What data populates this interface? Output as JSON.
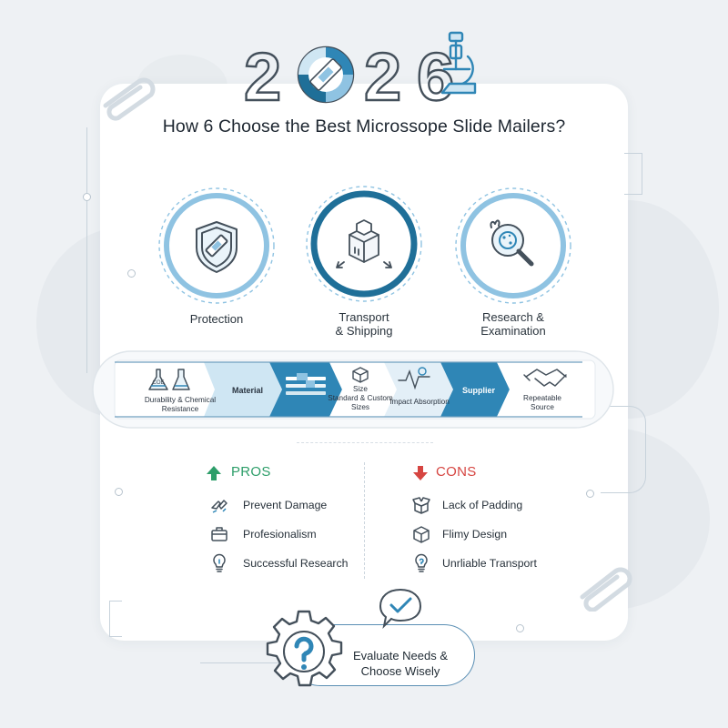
{
  "header": {
    "year_digits": [
      "2",
      "0",
      "2",
      "6"
    ],
    "title": "How 6 Choose the Best Microssope Slide Mailers?"
  },
  "features": [
    {
      "label": "Protection",
      "icon": "shield-slide-icon"
    },
    {
      "label": "Transport\n& Shipping",
      "icon": "box-shipping-icon"
    },
    {
      "label": "Research &\nExamination",
      "icon": "magnifier-sample-icon"
    }
  ],
  "flow": {
    "steps": [
      {
        "label": "Durability & Chemical\nResistance",
        "icon": "flask-icon"
      },
      {
        "label": "Material"
      },
      {
        "label": "",
        "icon": "slides-tray-icon"
      },
      {
        "label": "Size\nStandard & Custom\nSizes",
        "icon": "cube-icon"
      },
      {
        "label": "Impact Absorption",
        "icon": "pulse-icon"
      },
      {
        "label": "Supplier"
      },
      {
        "label": "Repeatable\nSource",
        "icon": "handshake-icon"
      }
    ],
    "icon_badge": "COE"
  },
  "pros": {
    "heading": "PROS",
    "color": "#2e9e6a",
    "items": [
      {
        "label": "Prevent Damage",
        "icon": "broken-slide-icon"
      },
      {
        "label": "Profesionalism",
        "icon": "briefcase-icon"
      },
      {
        "label": "Successful Research",
        "icon": "lightbulb-icon"
      }
    ]
  },
  "cons": {
    "heading": "CONS",
    "color": "#d64541",
    "items": [
      {
        "label": "Lack of Padding",
        "icon": "open-box-icon"
      },
      {
        "label": "Flimy Design",
        "icon": "box-icon"
      },
      {
        "label": "Unrliable Transport",
        "icon": "question-bulb-icon"
      }
    ]
  },
  "footer": {
    "label": "Evaluate Needs &\nChoose Wisely"
  },
  "colors": {
    "accent_dark": "#1f6f98",
    "accent_mid": "#2f86b6",
    "accent_light": "#8fc3e2",
    "accent_pale": "#cfe6f3"
  }
}
